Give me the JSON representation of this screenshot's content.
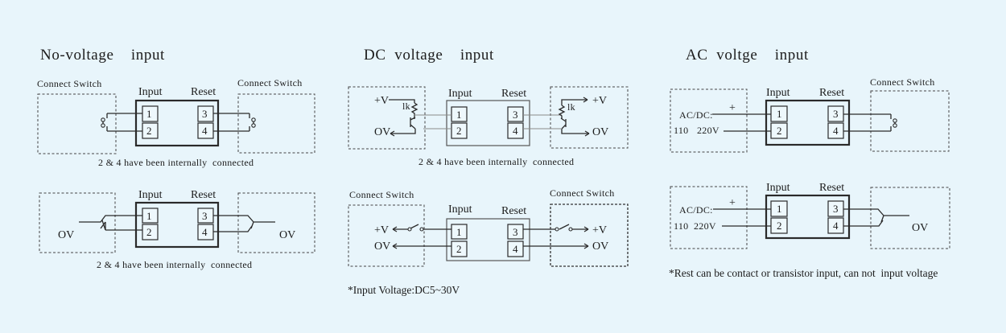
{
  "headings": {
    "no_voltage": "No-voltage    input",
    "dc_voltage": "DC  voltage    input",
    "ac_voltage": "AC  voltge    input"
  },
  "labels": {
    "connect_switch": "Connect Switch",
    "input": "Input",
    "reset": "Reset",
    "pin1": "1",
    "pin2": "2",
    "pin3": "3",
    "pin4": "4",
    "plus_v": "+V",
    "ov": "OV",
    "resistor": "lk",
    "ac_dc": "AC/DC:",
    "volt_110": "110",
    "volt_220": "220V",
    "plus": "+"
  },
  "notes": {
    "internal_connected": "2 & 4 have been internally  connected",
    "input_voltage": "*Input Voltage:DC5~30V",
    "rest": "*Rest can be contact or transistor input, can not  input voltage"
  }
}
